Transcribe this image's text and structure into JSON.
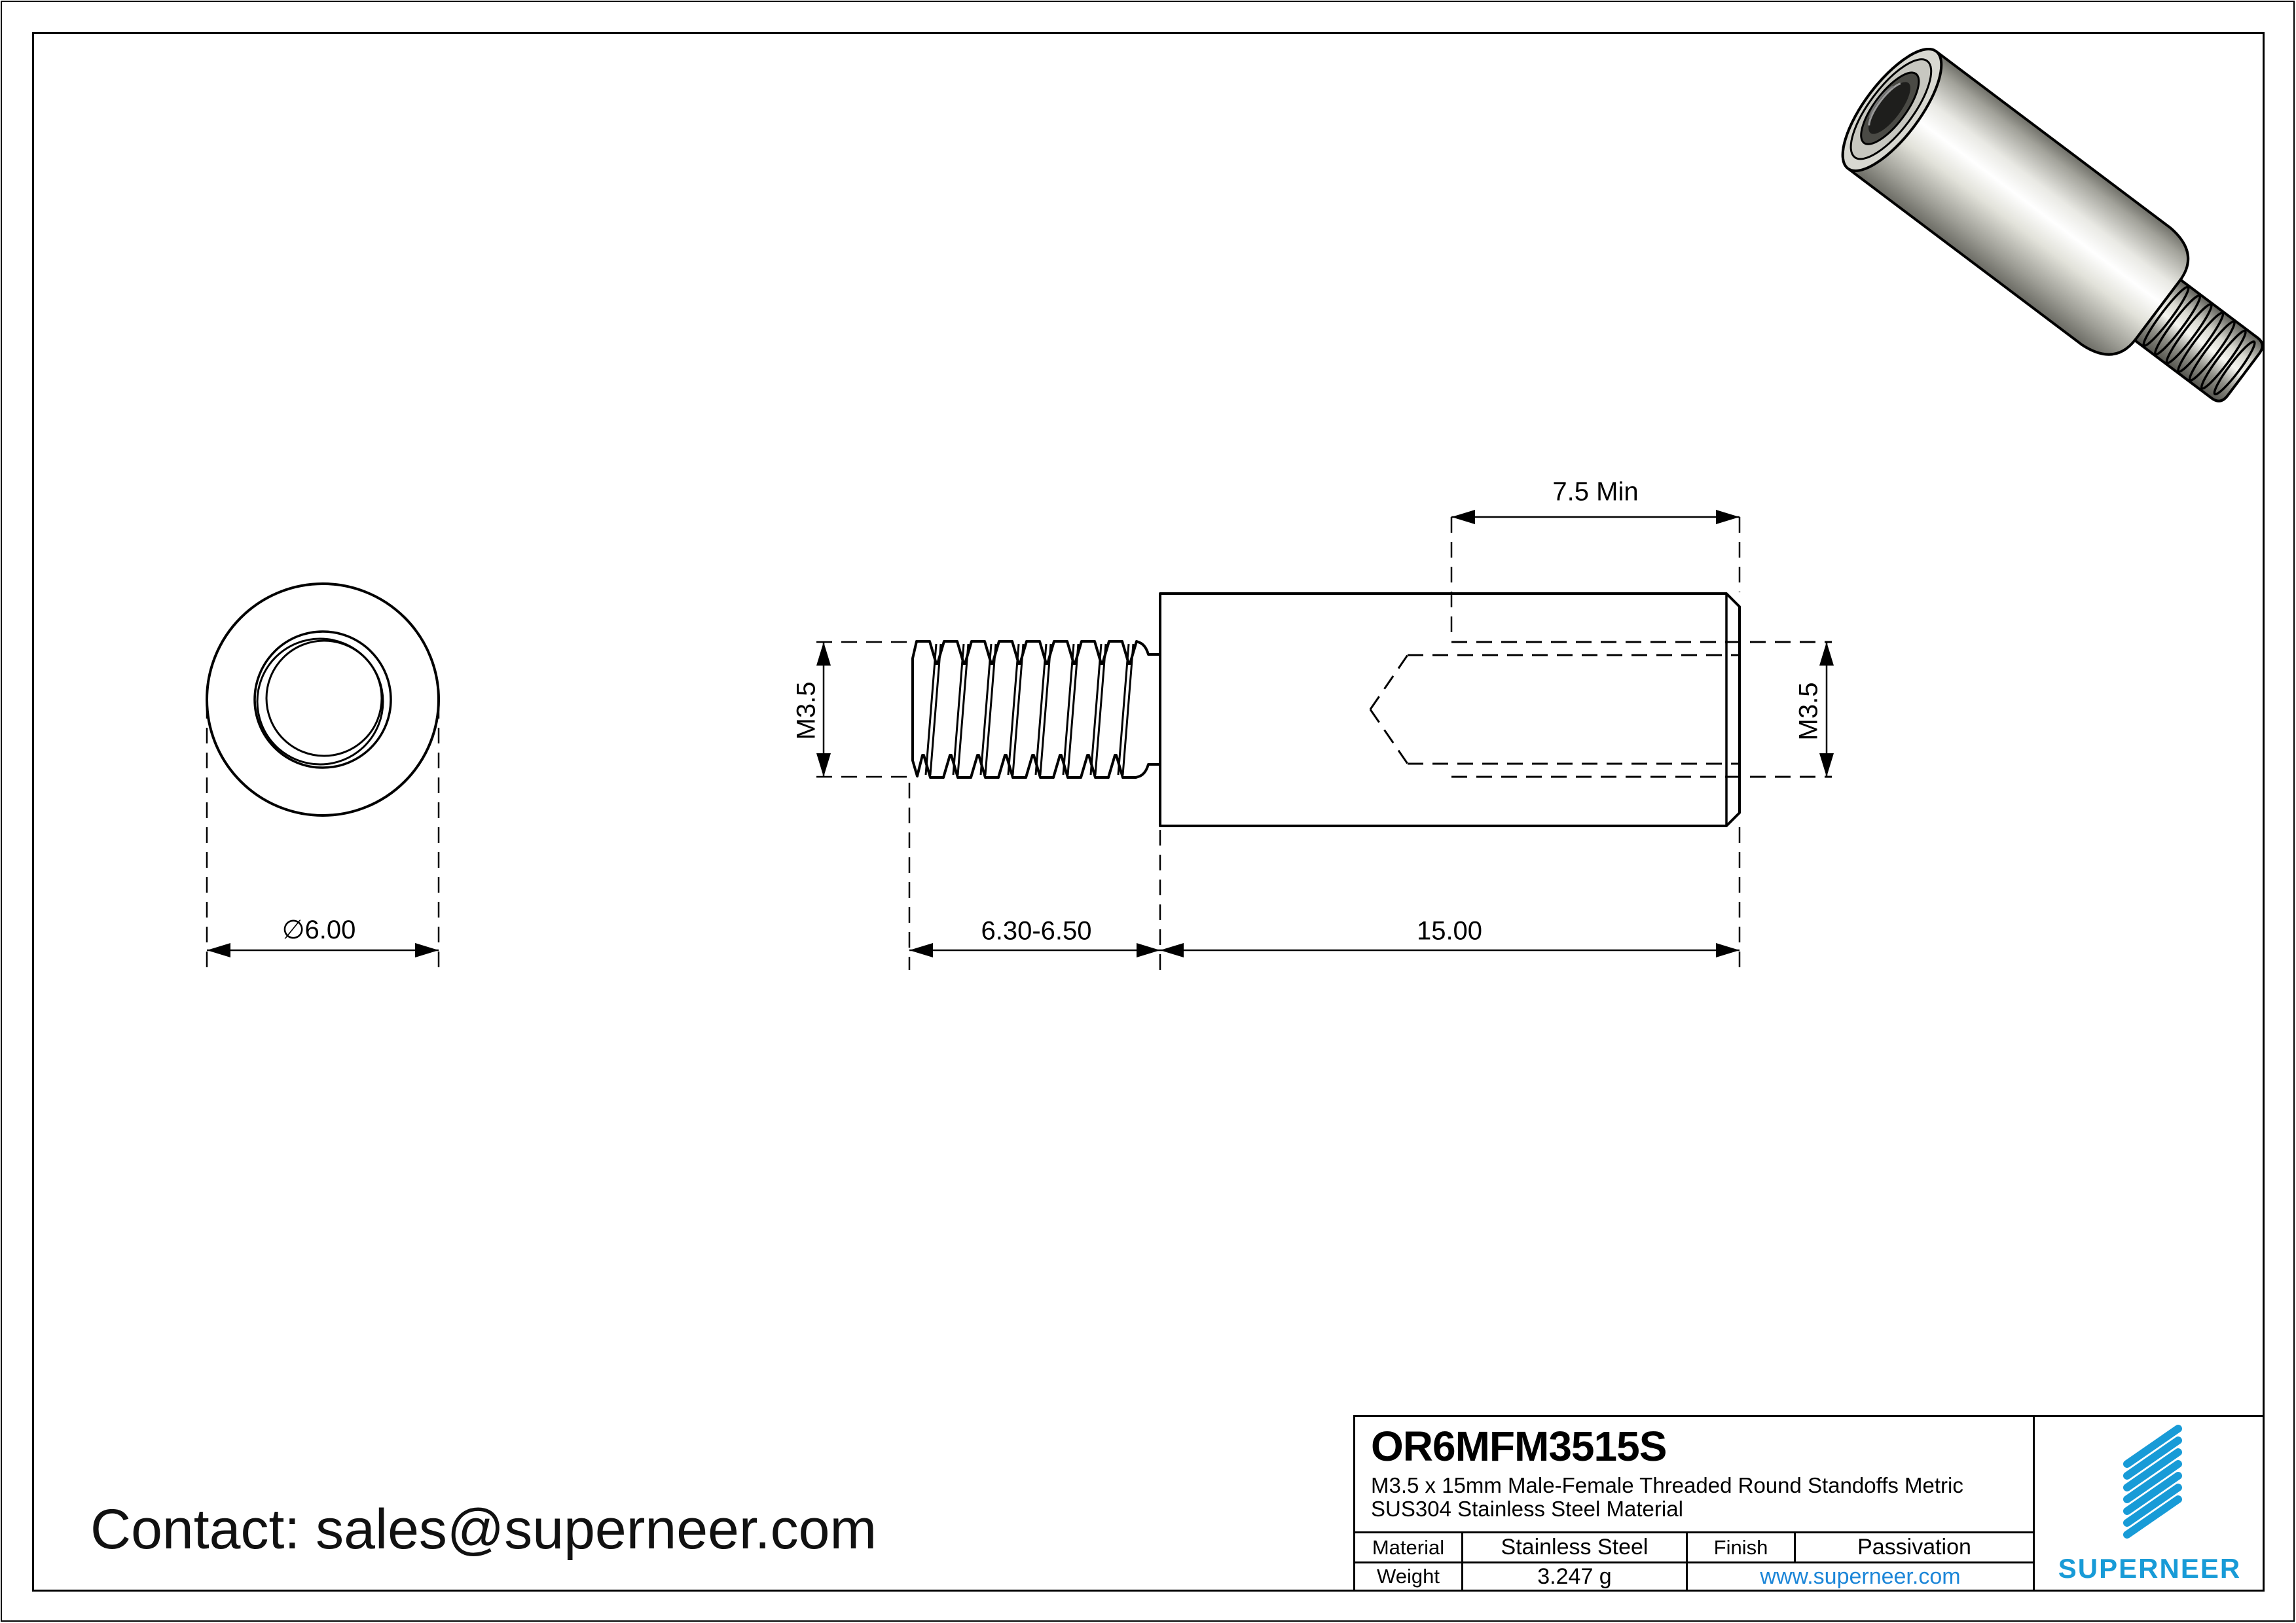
{
  "drawing": {
    "contact": "Contact: sales@superneer.com",
    "views": {
      "end_view": "end view of round standoff",
      "side_view": "side section view of male-female standoff",
      "render_3d": "3D shaded render of standoff"
    },
    "dims": {
      "end_view_diameter": "∅6.00",
      "male_thread": "M3.5",
      "female_thread": "M3.5",
      "female_thread_depth": "7.5 Min",
      "stud_length": "6.30-6.50",
      "body_length": "15.00"
    }
  },
  "title_block": {
    "part_number": "OR6MFM3515S",
    "description_line1": "M3.5 x 15mm Male-Female Threaded Round Standoffs Metric",
    "description_line2": "SUS304 Stainless Steel Material",
    "material_label": "Material",
    "material_value": "Stainless Steel",
    "finish_label": "Finish",
    "finish_value": "Passivation",
    "weight_label": "Weight",
    "weight_value": "3.247 g",
    "website": "www.superneer.com",
    "brand_name": "SUPERNEER"
  },
  "colors": {
    "brand_blue": "#189BD7",
    "link_blue": "#1C86D8",
    "line_black": "#000000",
    "metal_light": "#ffffff",
    "metal_dark": "#6f6f68"
  }
}
